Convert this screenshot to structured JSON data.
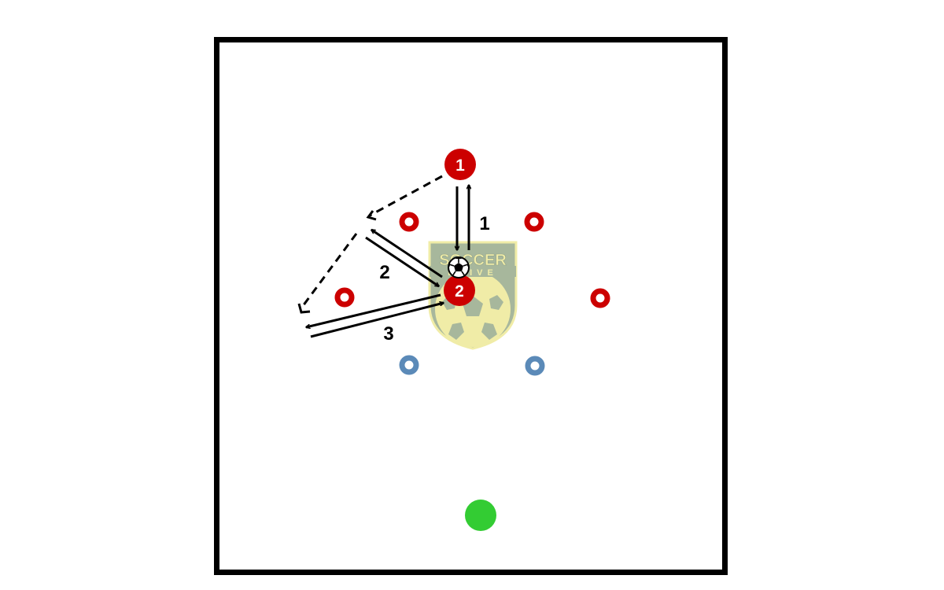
{
  "colors": {
    "field_border": "#000000",
    "player_red": "#cc0000",
    "cone_red": "#cc0000",
    "cone_blue": "#5b8ab8",
    "coach_green": "#33cc33",
    "arrow": "#000000",
    "logo_green": "#8aa07c",
    "logo_yellow": "#ece68a"
  },
  "players": [
    {
      "id": "player-1",
      "number": "1"
    },
    {
      "id": "player-2",
      "number": "2"
    }
  ],
  "pass_labels": [
    "1",
    "2",
    "3"
  ],
  "logo": {
    "line1": "SOCCER",
    "line2": "DRIVE"
  },
  "cones": {
    "red_count": 4,
    "blue_count": 2
  },
  "icons": [
    "soccer-ball-icon",
    "coach-marker"
  ]
}
